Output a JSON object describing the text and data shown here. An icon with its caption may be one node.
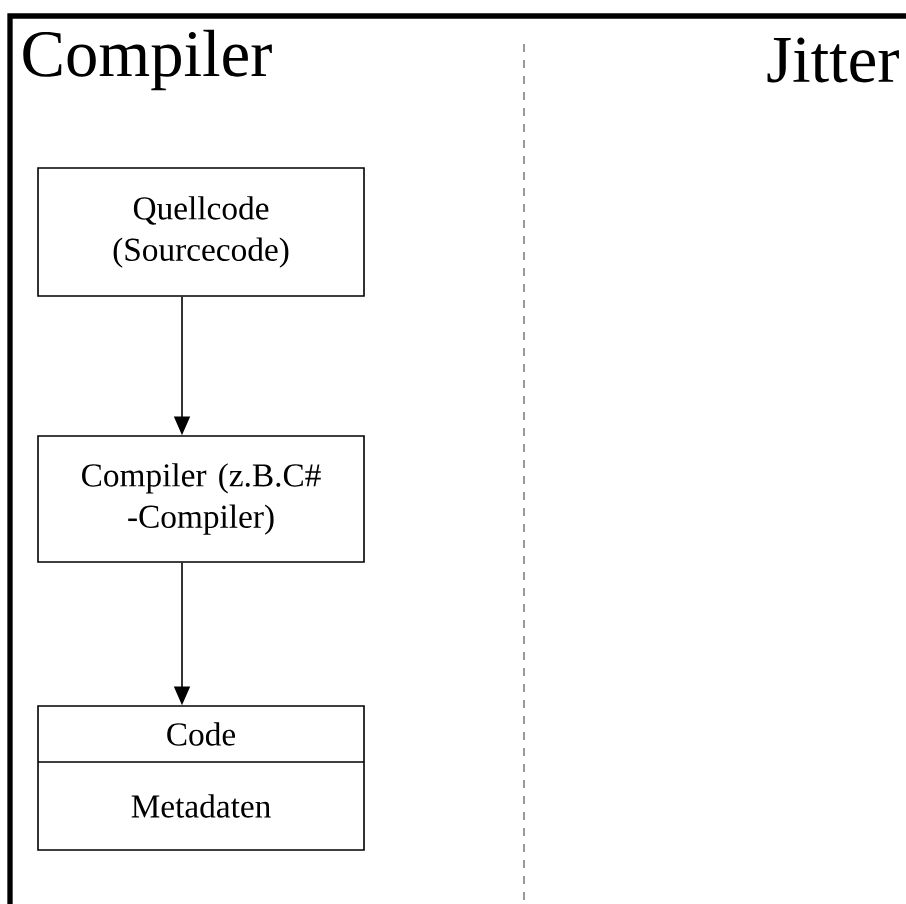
{
  "diagram": {
    "nodes": [
      {
        "text": [
          "Quellcode (Sourcecode)"
        ]
      },
      {
        "text": [
          "Compiler (z.B.C# -Compiler)"
        ]
      },
      {
        "text": [
          "Code",
          "Metadaten"
        ]
      }
    ],
    "edges": [
      {
        "from": 0,
        "to": 1,
        "arrow": "to"
      },
      {
        "from": 1,
        "to": 2,
        "arrow": "to"
      }
    ],
    "labels": [
      "Compiler",
      "Jitter"
    ]
  }
}
